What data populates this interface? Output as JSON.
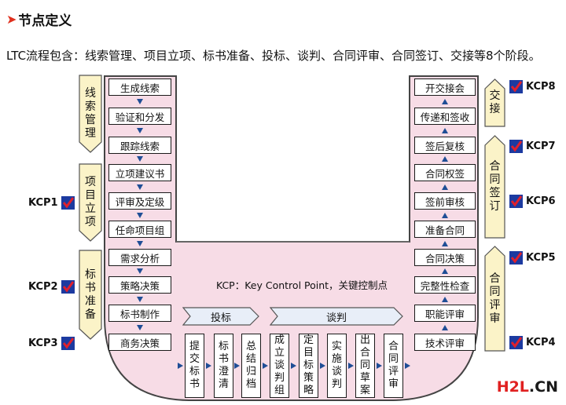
{
  "title": {
    "text": "节点定义"
  },
  "intro": {
    "text": "LTC流程包含：线索管理、项目立项、标书准备、投标、谈判、合同评审、合同签订、交接等8个阶段。"
  },
  "left_steps": [
    "生成线索",
    "验证和分发",
    "跟踪线索",
    "立项建议书",
    "评审及定级",
    "任命项目组",
    "需求分析",
    "策略决策",
    "标书制作",
    "商务决策"
  ],
  "right_steps": [
    "开交接会",
    "传递和签收",
    "签后复核",
    "合同权签",
    "签前审核",
    "准备合同",
    "合同决策",
    "完整性检查",
    "职能评审",
    "技术评审"
  ],
  "bottom_steps": [
    [
      "提",
      "交",
      "标",
      "书"
    ],
    [
      "标",
      "书",
      "澄",
      "清"
    ],
    [
      "总",
      "结",
      "归",
      "档"
    ],
    [
      "成",
      "立",
      "谈",
      "判",
      "组"
    ],
    [
      "定",
      "目",
      "标",
      "策",
      "略"
    ],
    [
      "实",
      "施",
      "谈",
      "判"
    ],
    [
      "出",
      "合",
      "同",
      "草",
      "案"
    ],
    [
      "合",
      "同",
      "评",
      "审"
    ]
  ],
  "left_phases": [
    [
      "线",
      "索",
      "管",
      "理"
    ],
    [
      "项",
      "目",
      "立",
      "项"
    ],
    [
      "标",
      "书",
      "准",
      "备"
    ]
  ],
  "right_phases": [
    [
      "交",
      "接"
    ],
    [
      "合",
      "同",
      "签",
      "订"
    ],
    [
      "合",
      "同",
      "评",
      "审"
    ]
  ],
  "bands": {
    "bid": "投标",
    "negotiate": "谈判"
  },
  "kcps": {
    "k1": "KCP1",
    "k2": "KCP2",
    "k3": "KCP3",
    "k4": "KCP4",
    "k5": "KCP5",
    "k6": "KCP6",
    "k7": "KCP7",
    "k8": "KCP8"
  },
  "note": {
    "text": "KCP：Key Control Point，关键控制点"
  },
  "watermark": {
    "h2l": "H2L",
    "cn": ".CN"
  }
}
